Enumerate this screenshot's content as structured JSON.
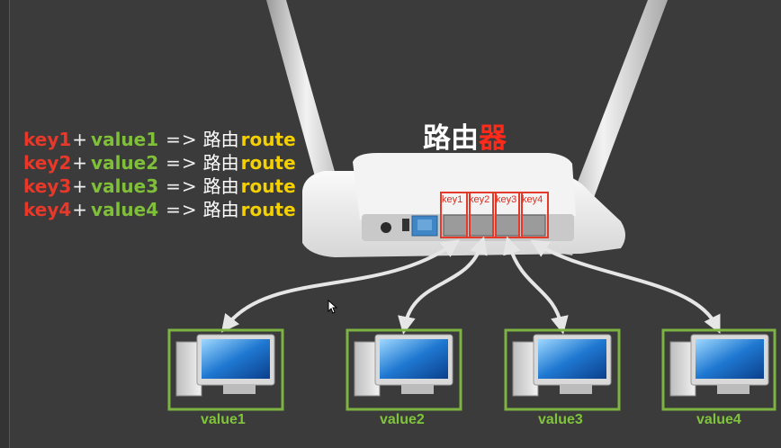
{
  "title": {
    "part1": "路由",
    "part2": "器"
  },
  "mappings": [
    {
      "key": "key1",
      "plus": "+",
      "value": "value1",
      "arrow": "=>",
      "router": "路由",
      "route": "route"
    },
    {
      "key": "key2",
      "plus": "+",
      "value": "value2",
      "arrow": "=>",
      "router": "路由",
      "route": "route"
    },
    {
      "key": "key3",
      "plus": "+",
      "value": "value3",
      "arrow": "=>",
      "router": "路由",
      "route": "route"
    },
    {
      "key": "key4",
      "plus": "+",
      "value": "value4",
      "arrow": "=>",
      "router": "路由",
      "route": "route"
    }
  ],
  "ports": [
    "key1",
    "key2",
    "key3",
    "key4"
  ],
  "computers": [
    "value1",
    "value2",
    "value3",
    "value4"
  ],
  "colors": {
    "background": "#3b3b3b",
    "key": "#e8382a",
    "value": "#7fbf3a",
    "route": "#f4d000",
    "title_accent": "#ff2a1a",
    "pc_frame": "#7cb342",
    "port_frame": "#e53a2a"
  },
  "icons": [
    "antenna-icon",
    "router-icon",
    "computer-icon",
    "cursor-icon"
  ]
}
